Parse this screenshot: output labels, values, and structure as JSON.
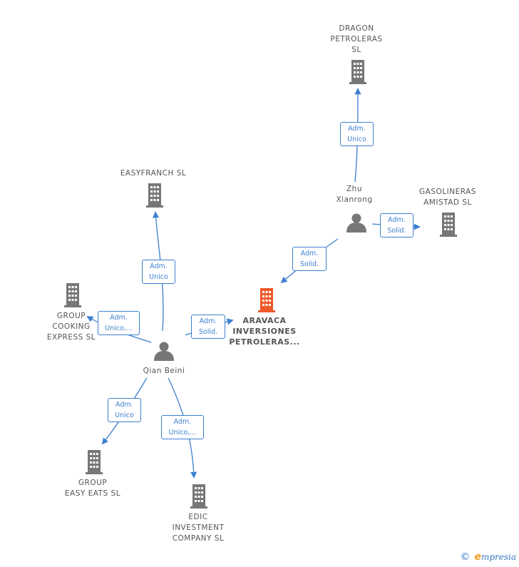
{
  "colors": {
    "edge": "#3d7fcf",
    "node": "#777777",
    "main_node": "#f0582b"
  },
  "nodes": {
    "dragon": {
      "label": "DRAGON\nPETROLERAS\nSL",
      "icon": "building-icon"
    },
    "easyfranch": {
      "label": "EASYFRANCH SL",
      "icon": "building-icon"
    },
    "zhu": {
      "label": "Zhu\nXianrong",
      "icon": "person-icon"
    },
    "gasolineras": {
      "label": "GASOLINERAS\nAMISTAD  SL",
      "icon": "building-icon"
    },
    "group_cooking": {
      "label": "GROUP\nCOOKING\nEXPRESS  SL",
      "icon": "building-icon"
    },
    "aravaca": {
      "label": "ARAVACA\nINVERSIONES\nPETROLERAS...",
      "icon": "building-icon"
    },
    "qian": {
      "label": "Qian Beini",
      "icon": "person-icon"
    },
    "group_easy": {
      "label": "GROUP\nEASY EATS SL",
      "icon": "building-icon"
    },
    "edic": {
      "label": "EDIC\nINVESTMENT\nCOMPANY SL",
      "icon": "building-icon"
    }
  },
  "edges": {
    "zhu_dragon": "Adm.\nUnico",
    "zhu_gasolineras": "Adm.\nSolid.",
    "zhu_aravaca": "Adm.\nSolid.",
    "qian_easyfranch": "Adm.\nUnico",
    "qian_group_cooking": "Adm.\nUnico,...",
    "qian_aravaca": "Adm.\nSolid.",
    "qian_group_easy": "Adm.\nUnico",
    "qian_edic": "Adm.\nUnico,..."
  },
  "brand": {
    "copyright": "©",
    "e": "e",
    "rest": "mpresia"
  }
}
